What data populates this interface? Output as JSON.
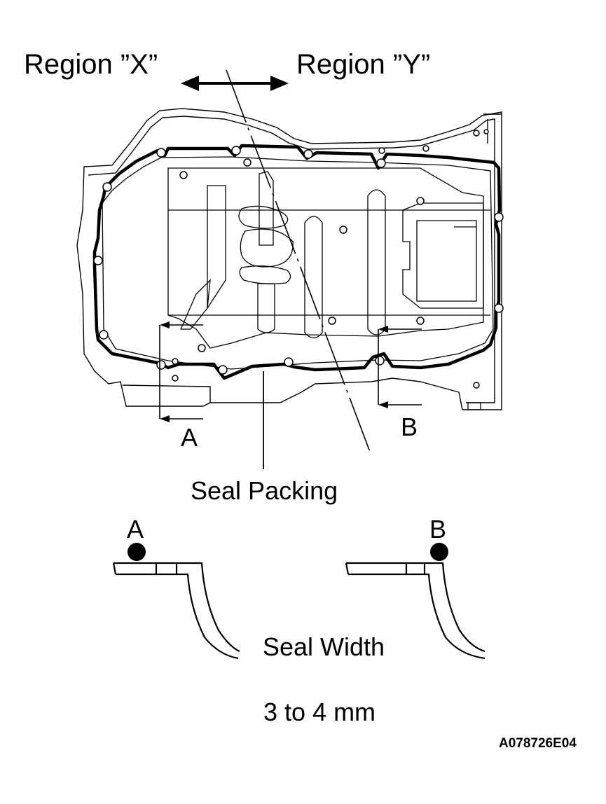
{
  "diagram": {
    "region_x_label": "Region ”X”",
    "region_y_label": "Region ”Y”",
    "section_a_label": "A",
    "section_b_label": "B",
    "seal_packing_label": "Seal Packing",
    "detail_a_label": "A",
    "detail_b_label": "B",
    "seal_width_label": "Seal Width",
    "seal_width_value": "3 to 4 mm",
    "figure_code": "A078726E04"
  }
}
